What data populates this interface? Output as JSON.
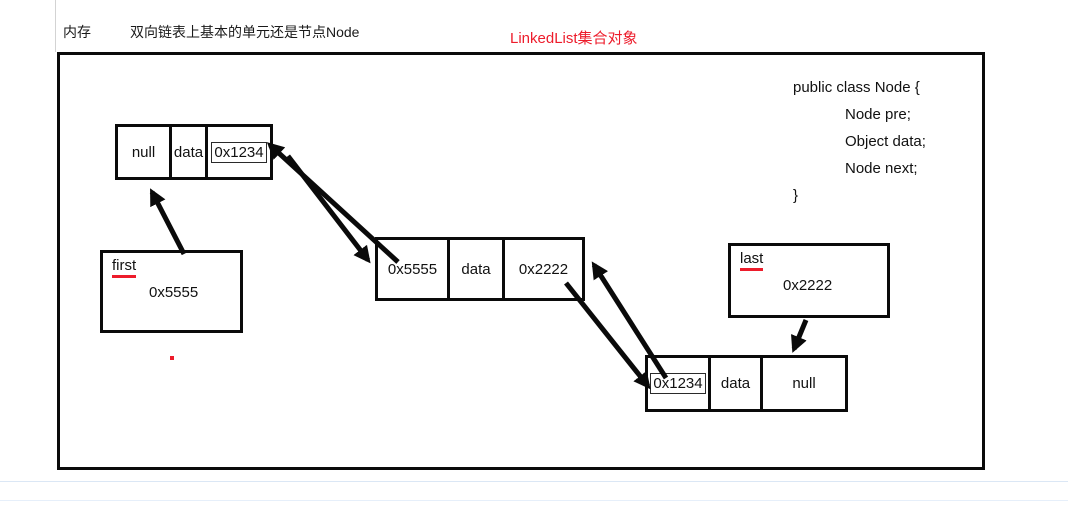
{
  "header": {
    "memory_label": "内存",
    "subtitle": "双向链表上基本的单元还是节点Node",
    "linkedlist_title": "LinkedList集合对象",
    "linkedlist_title_color": "#ed1c2b"
  },
  "code_block": {
    "lines": [
      "public class Node {",
      "Node pre;",
      "Object data;",
      "Node next;",
      "}"
    ]
  },
  "nodes": {
    "node1": {
      "cells": [
        "null",
        "data",
        "0x1234"
      ]
    },
    "node2": {
      "cells": [
        "0x5555",
        "data",
        "0x2222"
      ]
    },
    "node3": {
      "cells": [
        "0x1234",
        "data",
        "null"
      ]
    }
  },
  "pointers": {
    "first": {
      "label": "first",
      "value": "0x5555"
    },
    "last": {
      "label": "last",
      "value": "0x2222"
    }
  },
  "edges": [
    {
      "from": "first-pointer",
      "to": "node1",
      "label": ""
    },
    {
      "from": "node1-next-0x1234",
      "to": "node2",
      "label": ""
    },
    {
      "from": "node2-prev-0x5555",
      "to": "node1",
      "label": ""
    },
    {
      "from": "node2-next-0x2222",
      "to": "node3",
      "label": ""
    },
    {
      "from": "node3-prev-0x1234",
      "to": "node2",
      "label": ""
    },
    {
      "from": "last-pointer",
      "to": "node3",
      "label": ""
    }
  ],
  "colors": {
    "line": "#0a0a0a",
    "accent_red": "#ed1c2b"
  }
}
